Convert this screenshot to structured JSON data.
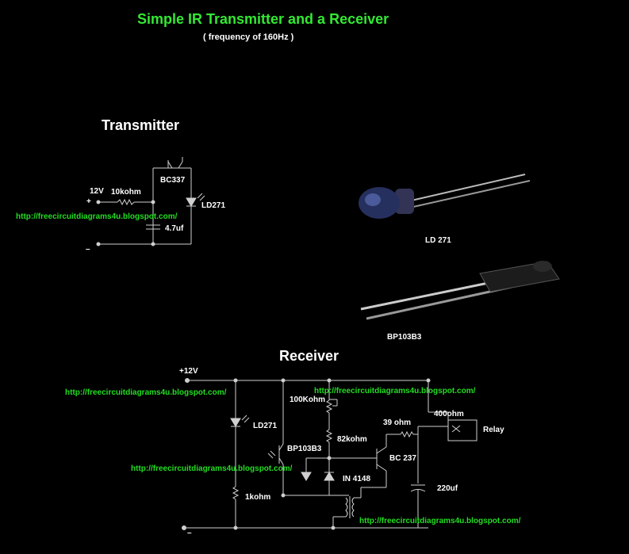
{
  "title": "Simple IR Transmitter and  a Receiver",
  "subtitle": "( frequency of 160Hz )",
  "transmitter": {
    "heading": "Transmitter",
    "voltage": "12V",
    "plus": "+",
    "minus": "–",
    "resistor": "10kohm",
    "transistor": "BC337",
    "led": "LD271",
    "capacitor": "4.7uf",
    "url": "http://freecircuitdiagrams4u.blogspot.com/"
  },
  "photos": {
    "led_caption": "LD 271",
    "photodiode_caption": "BP103B3"
  },
  "receiver": {
    "heading": "Receiver",
    "voltage": "+12V",
    "minus": "–",
    "led": "LD271",
    "photo": "BP103B3",
    "pot": "100Kohm",
    "r82": "82kohm",
    "r39": "39 ohm",
    "relay_r": "400ohm",
    "relay": "Relay",
    "transistor": "BC 237",
    "diode": "IN 4148",
    "r1k": "1kohm",
    "cap": "220uf",
    "url1": "http://freecircuitdiagrams4u.blogspot.com/",
    "url2": "http://freecircuitdiagrams4u.blogspot.com/",
    "url3": "http://freecircuitdiagrams4u.blogspot.com/",
    "url4": "http://freecircuitdiagrams4u.blogspot.com/"
  }
}
